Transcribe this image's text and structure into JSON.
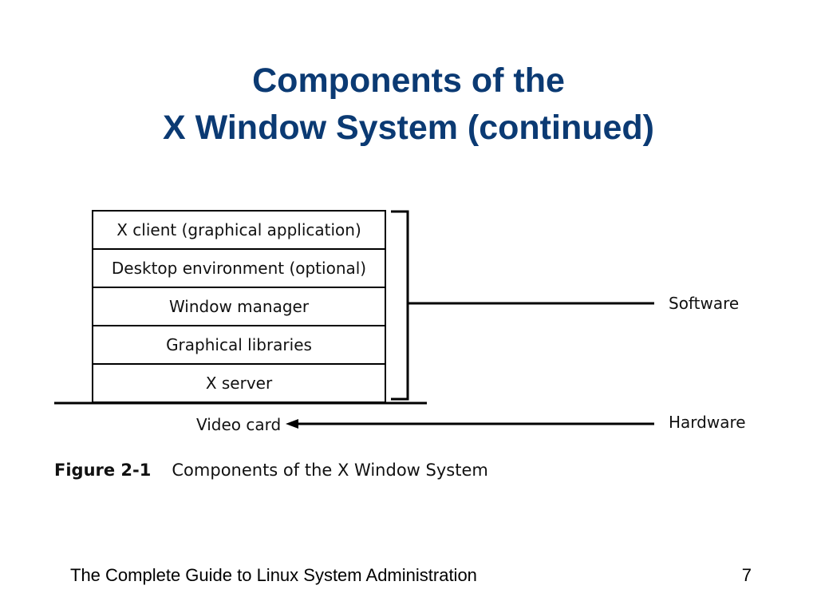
{
  "slide": {
    "title_line1": "Components of the",
    "title_line2": "X Window System (continued)",
    "footer_text": "The Complete Guide to Linux System Administration",
    "page_number": "7",
    "title_color": "#0b3a73"
  },
  "diagram": {
    "layers": [
      "X client (graphical application)",
      "Desktop environment (optional)",
      "Window manager",
      "Graphical libraries",
      "X server"
    ],
    "software_label": "Software",
    "hardware_label": "Hardware",
    "video_card_label": "Video card",
    "caption_number": "Figure 2-1",
    "caption_text": "Components of the X Window System"
  }
}
